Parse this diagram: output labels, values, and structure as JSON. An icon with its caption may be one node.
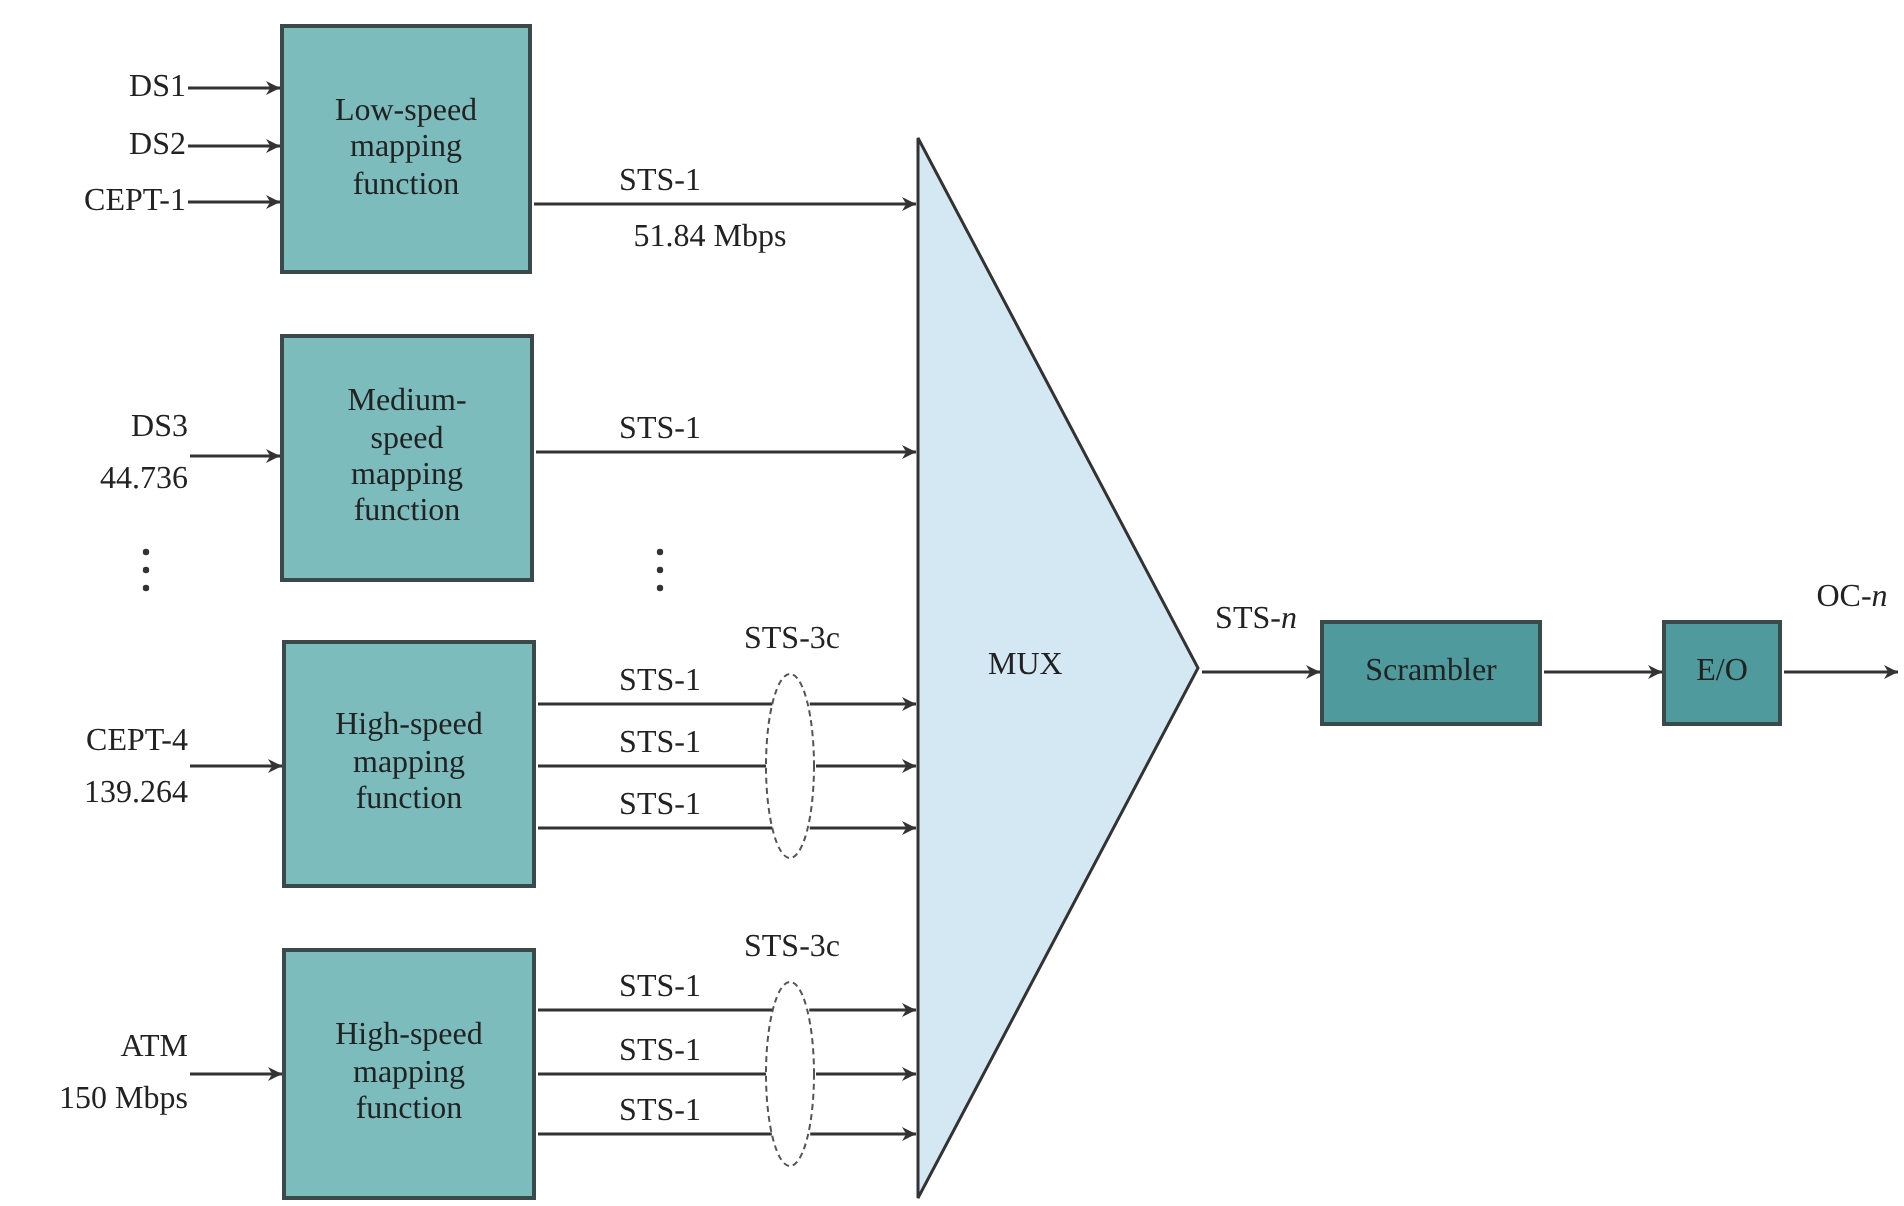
{
  "diagram": {
    "nodes": [
      {
        "text": [
          "DS1"
        ]
      },
      {
        "text": [
          "DS2"
        ]
      },
      {
        "text": [
          "CEPT-1"
        ]
      },
      {
        "text": [
          "Low-speed mapping function"
        ]
      },
      {
        "text": [
          "DS3",
          "44.736"
        ]
      },
      {
        "text": [
          "Medium-speed mapping function"
        ]
      },
      {
        "text": [
          "CEPT-4",
          "139.264"
        ]
      },
      {
        "text": [
          "High-speed mapping function"
        ]
      },
      {
        "text": [
          "ATM",
          "150 Mbps"
        ]
      },
      {
        "text": [
          "High-speed mapping function"
        ]
      },
      {
        "text": [
          "MUX"
        ]
      },
      {
        "text": [
          "Scrambler"
        ]
      },
      {
        "text": [
          "E/O"
        ]
      },
      {
        "text": [
          "STS-3c"
        ]
      },
      {
        "text": [
          "STS-3c"
        ]
      }
    ],
    "edges": [
      {
        "from": 0,
        "to": 3,
        "arrow": "to"
      },
      {
        "from": 1,
        "to": 3,
        "arrow": "to"
      },
      {
        "from": 2,
        "to": 3,
        "arrow": "to"
      },
      {
        "from": 3,
        "to": 10,
        "arrow": "to",
        "label": "STS-1"
      },
      {
        "from": 4,
        "to": 5,
        "arrow": "to"
      },
      {
        "from": 5,
        "to": 10,
        "arrow": "to",
        "label": "STS-1"
      },
      {
        "from": 6,
        "to": 7,
        "arrow": "to"
      },
      {
        "from": 7,
        "to": 13,
        "arrow": "none",
        "label": "STS-1"
      },
      {
        "from": 7,
        "to": 13,
        "arrow": "none",
        "label": "STS-1"
      },
      {
        "from": 7,
        "to": 13,
        "arrow": "none",
        "label": "STS-1"
      },
      {
        "from": 13,
        "to": 10,
        "arrow": "to"
      },
      {
        "from": 13,
        "to": 10,
        "arrow": "to"
      },
      {
        "from": 13,
        "to": 10,
        "arrow": "to"
      },
      {
        "from": 8,
        "to": 9,
        "arrow": "to"
      },
      {
        "from": 9,
        "to": 14,
        "arrow": "none",
        "label": "STS-1"
      },
      {
        "from": 9,
        "to": 14,
        "arrow": "none",
        "label": "STS-1"
      },
      {
        "from": 9,
        "to": 14,
        "arrow": "none",
        "label": "STS-1"
      },
      {
        "from": 14,
        "to": 10,
        "arrow": "to"
      },
      {
        "from": 14,
        "to": 10,
        "arrow": "to"
      },
      {
        "from": 14,
        "to": 10,
        "arrow": "to"
      },
      {
        "from": 10,
        "to": 11,
        "arrow": "to",
        "label": "STS-*n*"
      },
      {
        "from": 11,
        "to": 12,
        "arrow": "to"
      },
      {
        "from": 12,
        "to": null,
        "arrow": "to",
        "label": "OC-*n*"
      }
    ],
    "labels": [
      "51.84 Mbps"
    ]
  }
}
